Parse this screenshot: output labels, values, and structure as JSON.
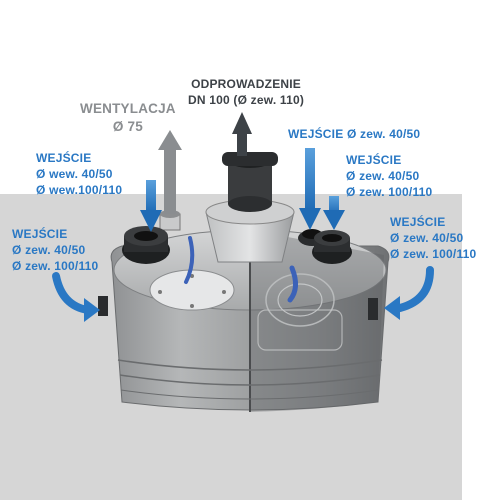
{
  "labels": {
    "outlet": {
      "line1": "ODPROWADZENIE",
      "line2": "DN 100 (Ø zew. 110)"
    },
    "vent": {
      "line1": "WENTYLACJA",
      "line2": "Ø 75"
    },
    "inlet_top_left": {
      "line1": "WEJŚCIE",
      "line2": "Ø wew. 40/50",
      "line3": "Ø wew.100/110"
    },
    "inlet_side_left": {
      "line1": "WEJŚCIE",
      "line2": "Ø zew.  40/50",
      "line3": "Ø zew.  100/110"
    },
    "inlet_top_right_1": {
      "line1": "WEJŚCIE Ø  zew.  40/50"
    },
    "inlet_top_right_2": {
      "line1": "WEJŚCIE",
      "line2": "Ø  zew.  40/50",
      "line3": "Ø  zew.  100/110"
    },
    "inlet_side_right": {
      "line1": "WEJŚCIE",
      "line2": "Ø  zew.  40/50",
      "line3": "Ø  zew.  100/110"
    }
  },
  "colors": {
    "inlet_text_and_arrows": "#2a78c4",
    "vent_text_and_arrow": "#8a8d90",
    "outlet_text_and_arrow": "#3d4247",
    "background_panel": "#d6d6d6"
  }
}
